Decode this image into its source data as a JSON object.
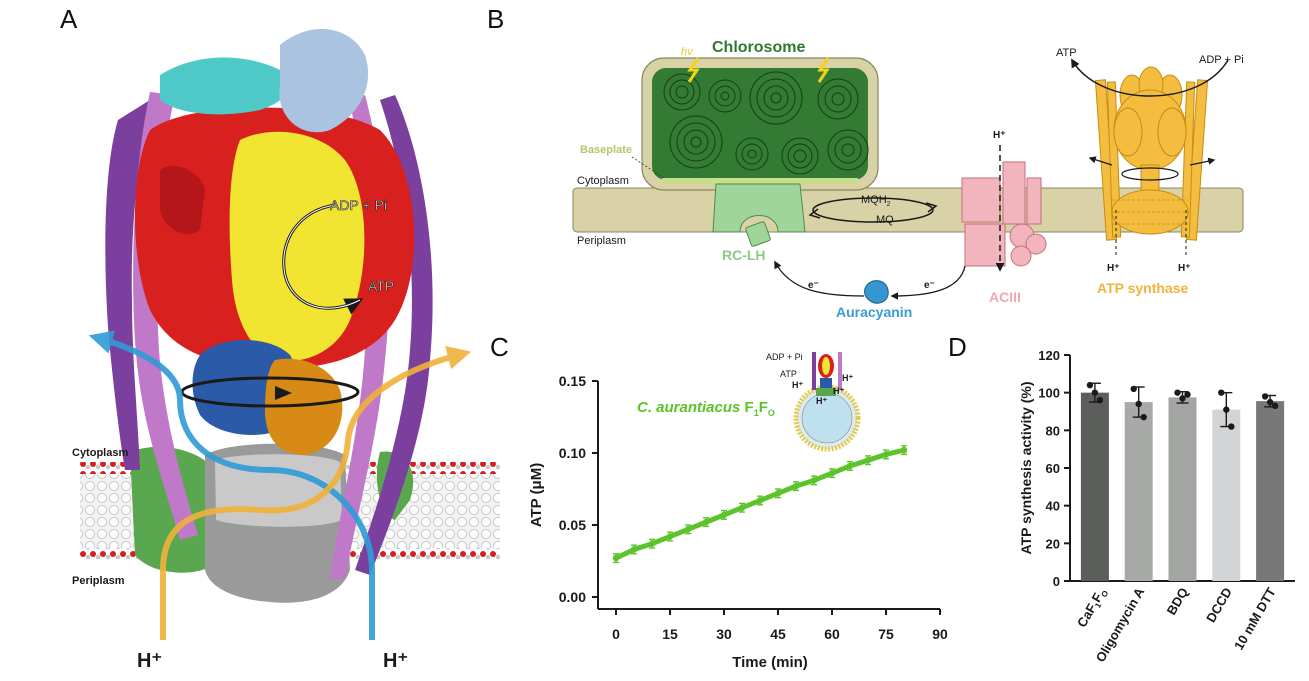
{
  "panels": {
    "a": {
      "label": "A",
      "adp_label": "ADP + Pi",
      "atp_label": "ATP",
      "cytoplasm": "Cytoplasm",
      "periplasm": "Periplasm",
      "proton_left": "H⁺",
      "proton_right": "H⁺"
    },
    "b": {
      "label": "B",
      "hv": "hv",
      "chlorosome": "Chlorosome",
      "baseplate": "Baseplate",
      "cytoplasm": "Cytoplasm",
      "periplasm": "Periplasm",
      "rc_lh": "RC-LH",
      "mqh2_main": "MQH",
      "mqh2_sub": "2",
      "mq": "MQ",
      "electron_left": "e⁻",
      "electron_right": "e⁻",
      "auracyanin": "Auracyanin",
      "aciii": "ACIII",
      "aciii_proton": "H⁺",
      "atp_synthase": "ATP synthase",
      "atp": "ATP",
      "adp_pi": "ADP + Pi",
      "syn_proton_left": "H⁺",
      "syn_proton_right": "H⁺"
    },
    "c": {
      "label": "C",
      "inset_adp": "ADP + Pi",
      "inset_atp": "ATP",
      "inset_h1": "H⁺",
      "inset_h2": "H⁺",
      "inset_h3": "H⁺",
      "inset_h4": "H⁺",
      "species": "C. aurantiacus",
      "enzyme_main": "F",
      "enzyme_sub1": "1",
      "enzyme_mid": "F",
      "enzyme_sub2": "O"
    },
    "d": {
      "label": "D",
      "label_caf_main": "CaF",
      "label_caf_sub1": "1",
      "label_caf_mid": "F",
      "label_caf_sub2": "O"
    }
  },
  "chart_data": [
    {
      "type": "line",
      "xlabel": "Time (min)",
      "ylabel": "ATP (μM)",
      "xlim": [
        0,
        90
      ],
      "ylim": [
        0,
        0.15
      ],
      "xticks": [
        "0",
        "15",
        "30",
        "45",
        "60",
        "75",
        "90"
      ],
      "yticks": [
        "0.00",
        "0.05",
        "0.10",
        "0.15"
      ],
      "color": "#5cc42a",
      "series": [
        {
          "name": "C. aurantiacus F1FO",
          "x": [
            0,
            5,
            10,
            15,
            20,
            25,
            30,
            35,
            40,
            45,
            50,
            55,
            60,
            65,
            70,
            75,
            80
          ],
          "y": [
            0.027,
            0.033,
            0.037,
            0.042,
            0.047,
            0.052,
            0.057,
            0.062,
            0.067,
            0.072,
            0.077,
            0.081,
            0.086,
            0.091,
            0.095,
            0.099,
            0.102
          ],
          "err": [
            0.003,
            0.003,
            0.003,
            0.003,
            0.003,
            0.003,
            0.003,
            0.003,
            0.003,
            0.003,
            0.003,
            0.003,
            0.003,
            0.003,
            0.003,
            0.003,
            0.003
          ]
        }
      ]
    },
    {
      "type": "bar",
      "ylabel": "ATP synthesis activity (%)",
      "ylim": [
        0,
        120
      ],
      "yticks": [
        "0",
        "20",
        "40",
        "60",
        "80",
        "100",
        "120"
      ],
      "categories": [
        "",
        "Oligomycin A",
        "BDQ",
        "DCCD",
        "10 mM DTT"
      ],
      "values": [
        100,
        95,
        97.5,
        91,
        95.5
      ],
      "errors": [
        5,
        8,
        3,
        9,
        3
      ],
      "points": [
        [
          104,
          100,
          96
        ],
        [
          102,
          94,
          87
        ],
        [
          100,
          97,
          99
        ],
        [
          100,
          91,
          82
        ],
        [
          98,
          95,
          93
        ]
      ],
      "colors": [
        "#5b5e5b",
        "#a8aaa8",
        "#a3a5a3",
        "#d3d4d6",
        "#777877"
      ]
    }
  ]
}
